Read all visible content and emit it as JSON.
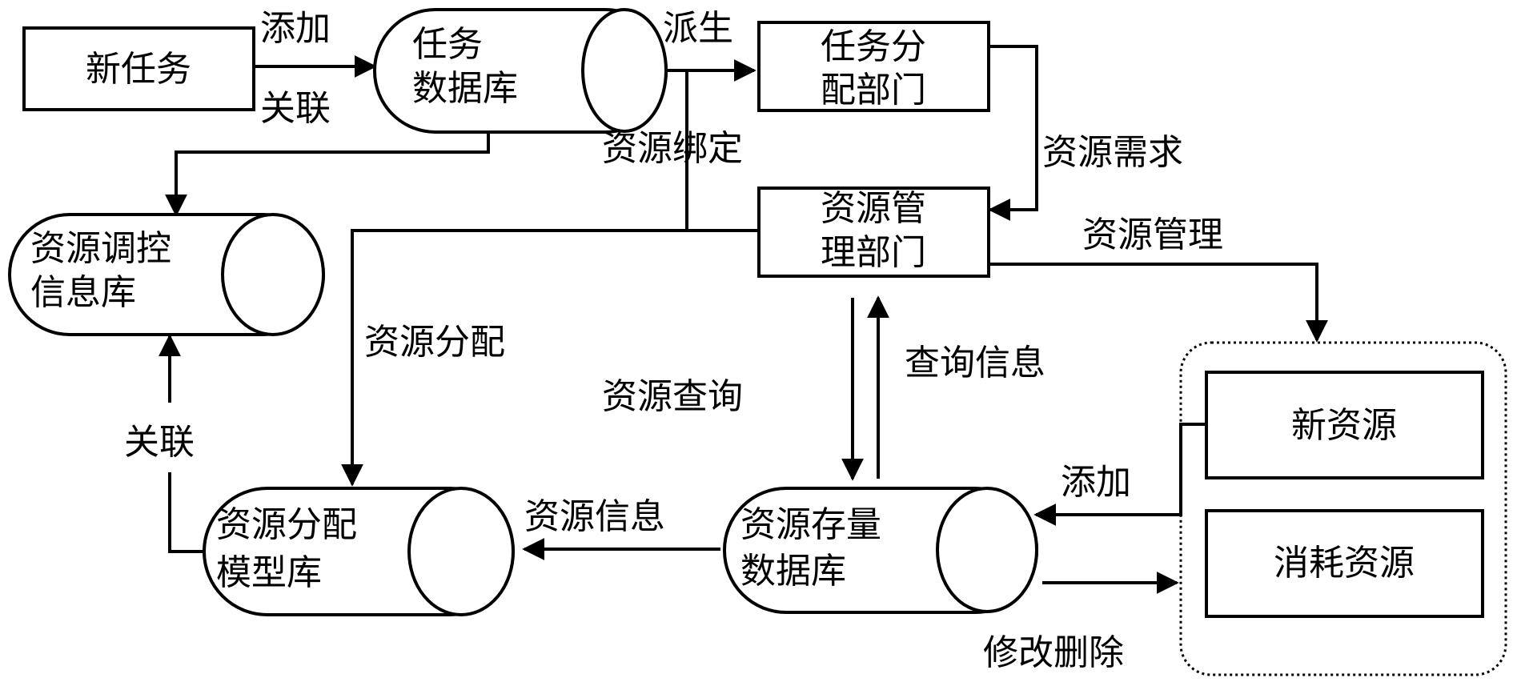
{
  "nodes": {
    "new_task": "新任务",
    "task_db": [
      "任务",
      "数据库"
    ],
    "task_dept": [
      "任务分",
      "配部门"
    ],
    "res_mgmt_dept": [
      "资源管",
      "理部门"
    ],
    "res_ctrl_db": [
      "资源调控",
      "信息库"
    ],
    "res_alloc_db": [
      "资源分配",
      "模型库"
    ],
    "res_stock_db": [
      "资源存量",
      "数据库"
    ],
    "new_resource": "新资源",
    "consume_resource": "消耗资源"
  },
  "labels": {
    "add_top": "添加",
    "link_top": "关联",
    "derive": "派生",
    "bind": "资源绑定",
    "demand": "资源需求",
    "manage": "资源管理",
    "allocate": "资源分配",
    "query_info": "查询信息",
    "res_query": "资源查询",
    "link_left": "关联",
    "res_info": "资源信息",
    "add_right": "添加",
    "modify_delete": "修改删除"
  }
}
